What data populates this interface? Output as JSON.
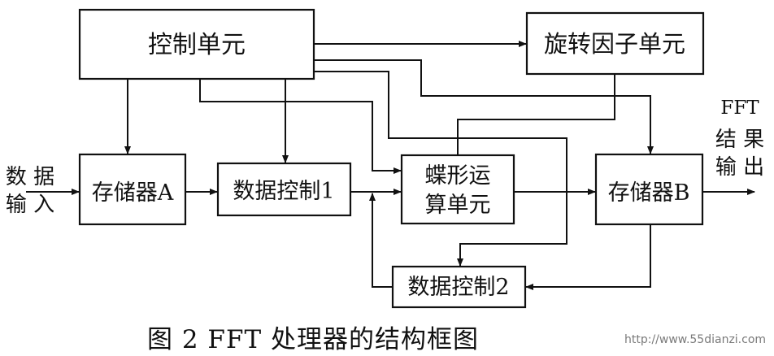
{
  "blocks": {
    "control": "控制单元",
    "twiddle": "旋转因子单元",
    "memory_a": "存储器A",
    "data_control_1": "数据控制1",
    "butterfly_line1": "蝶形运",
    "butterfly_line2": "算单元",
    "memory_b": "存储器B",
    "data_control_2": "数据控制2"
  },
  "io": {
    "input_line1": "数 据",
    "input_line2": "输 入",
    "output_line1": "FFT",
    "output_line2": "结 果",
    "output_line3": "输 出"
  },
  "caption": "图 2  FFT 处理器的结构框图",
  "watermark": "http://www.55dianzi.com"
}
